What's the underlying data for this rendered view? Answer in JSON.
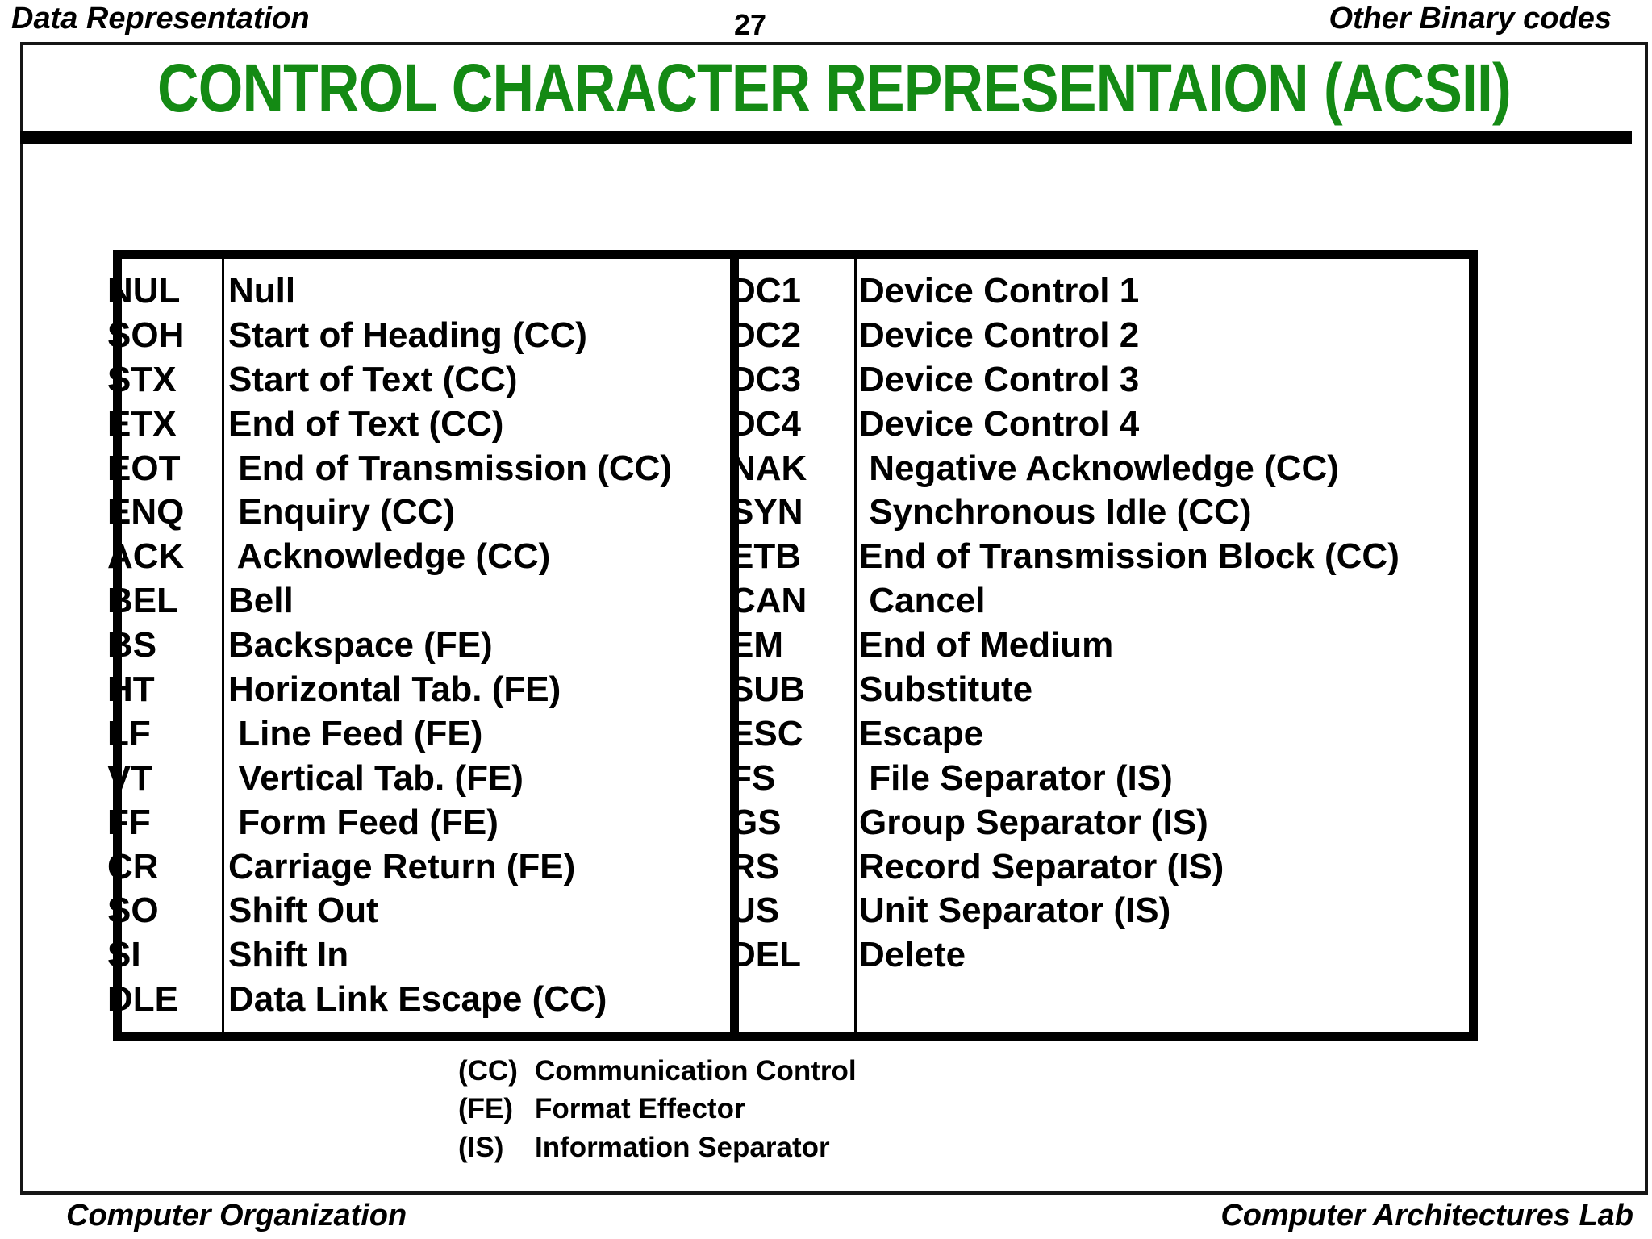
{
  "header": {
    "left": "Data Representation",
    "page_number": "27",
    "right": "Other Binary codes"
  },
  "title": {
    "text": "CONTROL CHARACTER REPRESENTAION (ACSII)",
    "color": "#148a14"
  },
  "table": {
    "left_rows": [
      {
        "code": "NUL",
        "description": "Null"
      },
      {
        "code": "SOH",
        "description": "Start of Heading (CC)"
      },
      {
        "code": "STX",
        "description": "Start of Text (CC)"
      },
      {
        "code": "ETX",
        "description": "End of Text (CC)"
      },
      {
        "code": "EOT",
        "description": " End of Transmission (CC)"
      },
      {
        "code": "ENQ",
        "description": " Enquiry (CC)"
      },
      {
        "code": "ACK",
        "description": " Acknowledge (CC)"
      },
      {
        "code": "BEL",
        "description": "Bell"
      },
      {
        "code": "BS",
        "description": "Backspace (FE)"
      },
      {
        "code": "HT",
        "description": "Horizontal Tab. (FE)"
      },
      {
        "code": "LF",
        "description": " Line Feed (FE)"
      },
      {
        "code": "VT",
        "description": " Vertical Tab. (FE)"
      },
      {
        "code": "FF",
        "description": " Form Feed (FE)"
      },
      {
        "code": "CR",
        "description": "Carriage Return (FE)"
      },
      {
        "code": "SO",
        "description": "Shift Out"
      },
      {
        "code": "SI",
        "description": "Shift In"
      },
      {
        "code": "DLE",
        "description": "Data Link Escape (CC)"
      }
    ],
    "right_rows": [
      {
        "code": "DC1",
        "description": "Device Control 1"
      },
      {
        "code": "DC2",
        "description": "Device Control 2"
      },
      {
        "code": "DC3",
        "description": "Device Control 3"
      },
      {
        "code": "DC4",
        "description": "Device Control 4"
      },
      {
        "code": "NAK",
        "description": " Negative Acknowledge (CC)"
      },
      {
        "code": "SYN",
        "description": " Synchronous Idle (CC)"
      },
      {
        "code": "ETB",
        "description": "End of Transmission Block (CC)"
      },
      {
        "code": "CAN",
        "description": " Cancel"
      },
      {
        "code": "EM",
        "description": "End of Medium"
      },
      {
        "code": "SUB",
        "description": "Substitute"
      },
      {
        "code": "ESC",
        "description": "Escape"
      },
      {
        "code": "FS",
        "description": " File Separator (IS)"
      },
      {
        "code": "GS",
        "description": "Group Separator (IS)"
      },
      {
        "code": "RS",
        "description": "Record Separator (IS)"
      },
      {
        "code": "US",
        "description": "Unit Separator (IS)"
      },
      {
        "code": "DEL",
        "description": "Delete"
      }
    ]
  },
  "legend": {
    "items": [
      {
        "abbr": "(CC)",
        "label": "Communication Control"
      },
      {
        "abbr": "(FE)",
        "label": "Format Effector"
      },
      {
        "abbr": "(IS)",
        "label": "Information Separator"
      }
    ]
  },
  "footer": {
    "left": "Computer Organization",
    "right": "Computer Architectures Lab"
  }
}
